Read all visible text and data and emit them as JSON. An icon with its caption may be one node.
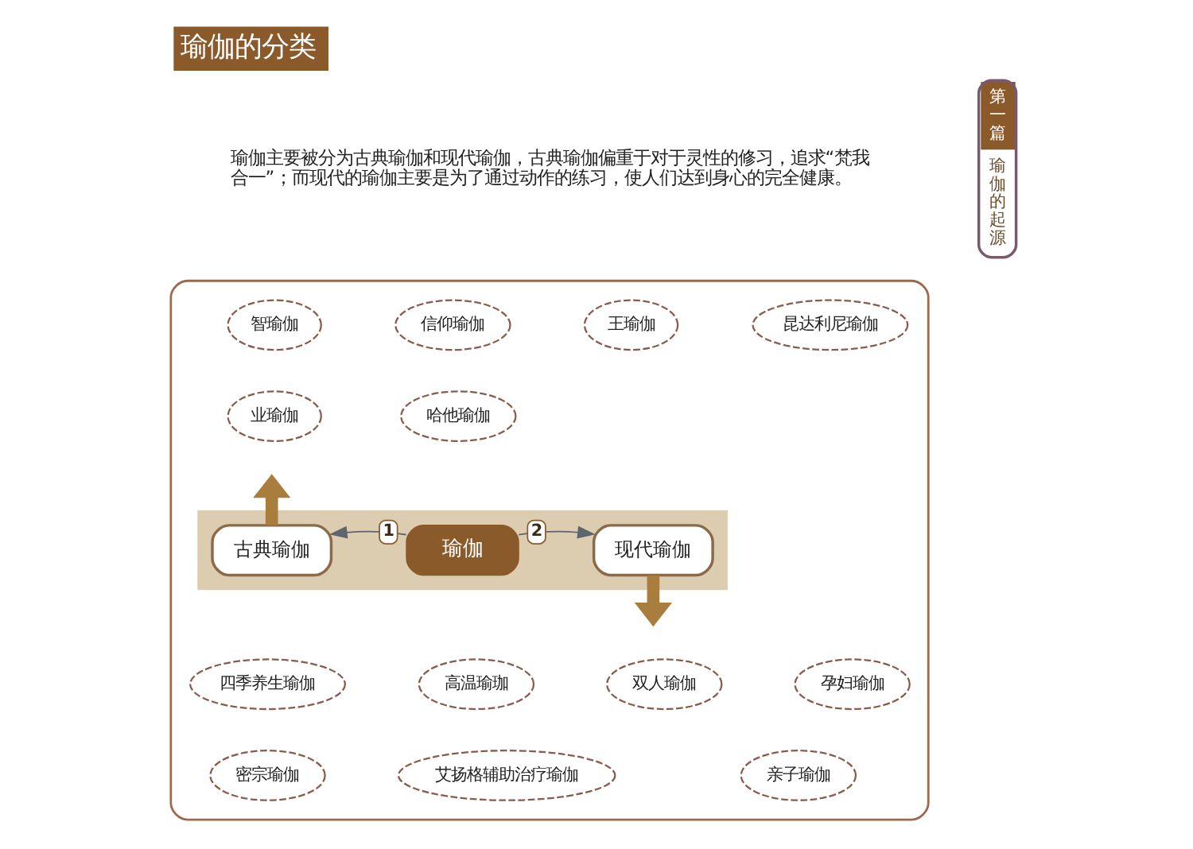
{
  "diagram": {
    "title": "瑜伽的分类",
    "nodes": [
      {
        "text": [],
        "shape": "box"
      },
      {
        "text": [
          "智瑜伽"
        ],
        "in": 0
      },
      {
        "text": [
          "信仰瑜伽"
        ],
        "in": 0
      },
      {
        "text": [
          "王瑜伽"
        ],
        "in": 0
      },
      {
        "text": [
          "昆达利尼瑜伽"
        ],
        "in": 0
      },
      {
        "text": [
          "业瑜伽"
        ],
        "in": 0
      },
      {
        "text": [
          "哈他瑜伽"
        ],
        "in": 0
      },
      {
        "text": [],
        "shape": "bar",
        "in": 0
      },
      {
        "text": [
          "古典瑜伽"
        ],
        "in": 7
      },
      {
        "text": [
          "瑜伽"
        ],
        "in": 7
      },
      {
        "text": [
          "现代瑜伽"
        ],
        "in": 7
      },
      {
        "text": [
          "四季养生瑜伽"
        ],
        "in": 0
      },
      {
        "text": [
          "高温瑜珈"
        ],
        "in": 0
      },
      {
        "text": [
          "双人瑜伽"
        ],
        "in": 0
      },
      {
        "text": [
          "孕妇瑜伽"
        ],
        "in": 0
      },
      {
        "text": [
          "密宗瑜伽"
        ],
        "in": 0
      },
      {
        "text": [
          "艾扬格辅助治疗瑜伽"
        ],
        "in": 0
      },
      {
        "text": [
          "亲子瑜伽"
        ],
        "in": 0
      },
      {
        "text": [
          "第一篇",
          "瑜伽的起源"
        ]
      }
    ],
    "edges": [
      {
        "from": 9,
        "to": 8,
        "arrow": "to",
        "label": "1"
      },
      {
        "from": 9,
        "to": 10,
        "arrow": "to",
        "label": "2"
      },
      {
        "from": 8,
        "to": null,
        "arrow": "to",
        "style": "thick",
        "color": "#a87d3e"
      },
      {
        "from": 10,
        "to": null,
        "arrow": "to",
        "style": "thick",
        "color": "#a87d3e"
      }
    ],
    "labels": [
      "瑜伽主要被分为古典瑜伽和现代瑜伽，古典瑜伽偏重于对于灵性的修习，追求“梵我合一”；而现代的瑜伽主要是为了通过动作的练习，使人们达到身心的完全健康。"
    ]
  }
}
